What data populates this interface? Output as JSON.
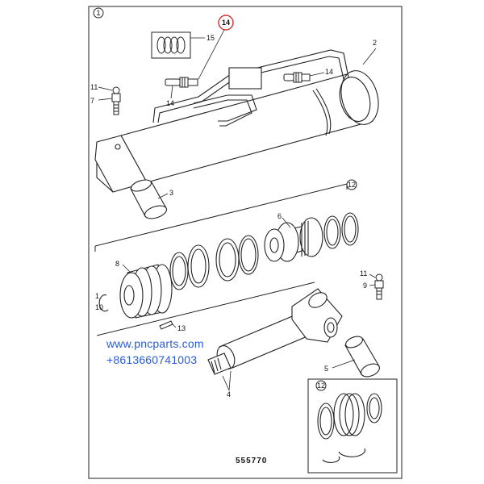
{
  "figure": {
    "index_label": "1",
    "highlighted_label": "14",
    "highlight_color": "#d23a3a",
    "part_number": "555770"
  },
  "callouts": {
    "c15": "15",
    "c2": "2",
    "c14a": "14",
    "c14b": "14",
    "c11a": "11",
    "c7": "7",
    "c3": "3",
    "c12a": "12",
    "c6": "6",
    "c8": "8",
    "c1": "1",
    "c10": "10",
    "c11b": "11",
    "c9": "9",
    "c13": "13",
    "c4": "4",
    "c5": "5",
    "c12b": "12"
  },
  "watermark": {
    "line1": "www.pncparts.com",
    "line2": "+8613660741003",
    "color": "#2a5bd7"
  }
}
